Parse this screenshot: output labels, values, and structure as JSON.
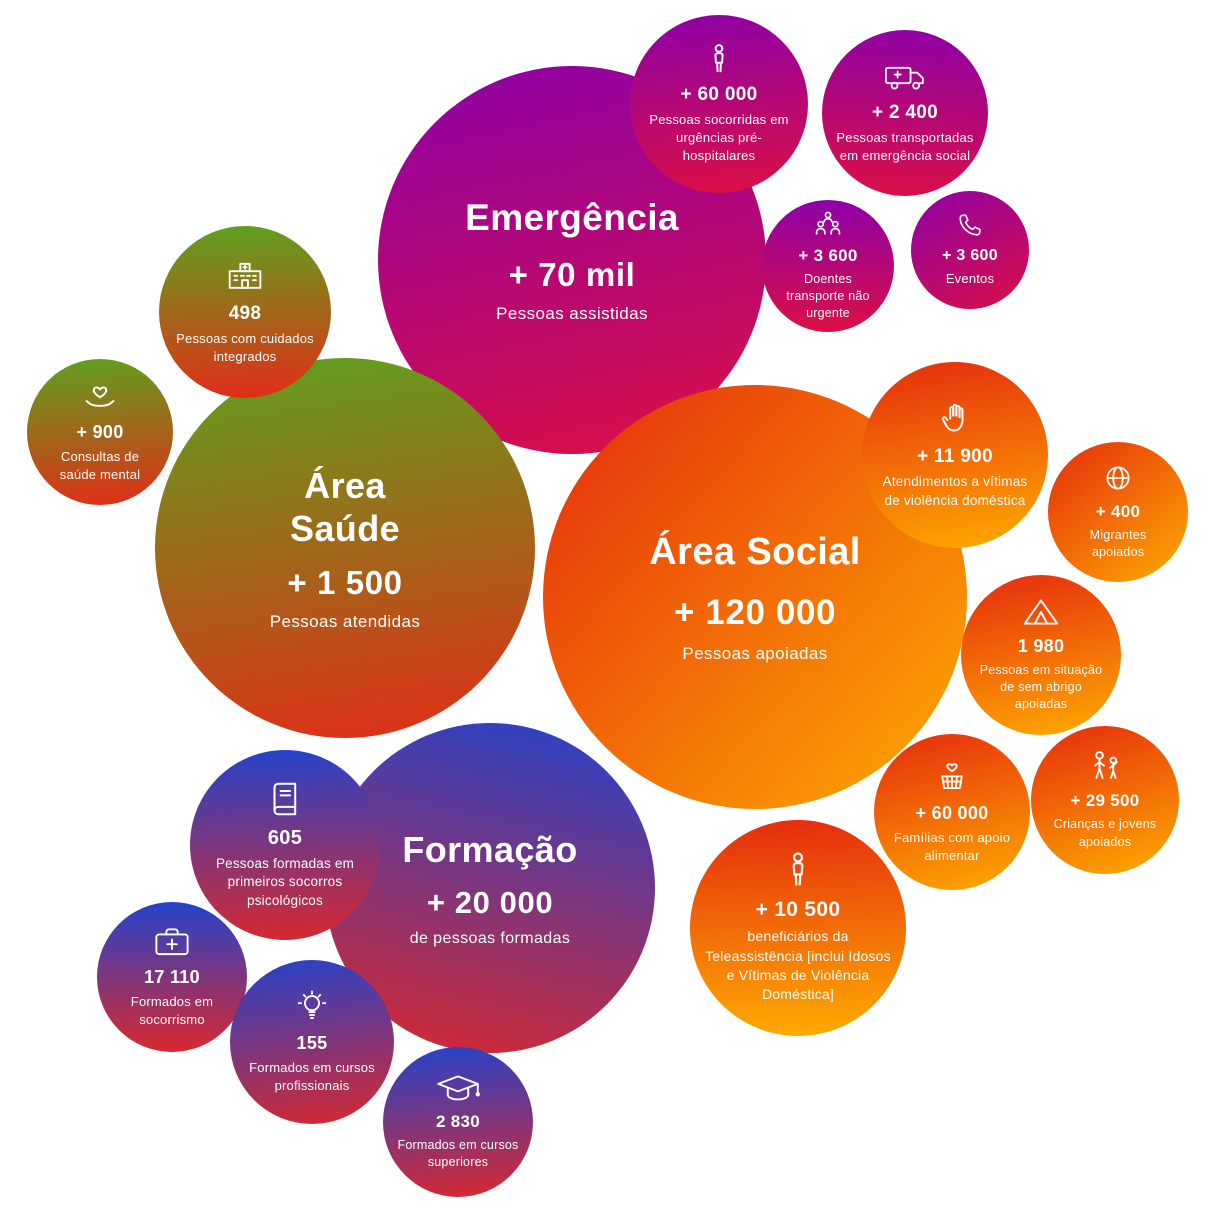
{
  "chart_data": {
    "type": "bubble",
    "title": "",
    "groups": [
      {
        "id": "emergencia",
        "title": "Emergência",
        "value": 70000,
        "value_label": "+ 70 mil",
        "subtitle": "Pessoas assistidas",
        "gradient": [
          "#8d00a8",
          "#dc0f44"
        ],
        "satellites": [
          {
            "icon": "person-icon",
            "value": 60000,
            "value_label": "+ 60 000",
            "label": "Pessoas socorridas em urgências pré-hospitalares"
          },
          {
            "icon": "ambulance-icon",
            "value": 2400,
            "value_label": "+ 2 400",
            "label": "Pessoas transportadas em emergência social"
          },
          {
            "icon": "people-group-icon",
            "value": 3600,
            "value_label": "+ 3 600",
            "label": "Doentes transporte não urgente"
          },
          {
            "icon": "phone-icon",
            "value": 3600,
            "value_label": "+ 3 600",
            "label": "Eventos"
          }
        ]
      },
      {
        "id": "area-saude",
        "title": "Área Saúde",
        "value": 1500,
        "value_label": "+ 1 500",
        "subtitle": "Pessoas atendidas",
        "gradient": [
          "#5da21e",
          "#e42c17"
        ],
        "satellites": [
          {
            "icon": "hospital-icon",
            "value": 498,
            "value_label": "498",
            "label": "Pessoas com cuidados integrados"
          },
          {
            "icon": "hand-heart-icon",
            "value": 900,
            "value_label": "+ 900",
            "label": "Consultas de saúde mental"
          }
        ]
      },
      {
        "id": "area-social",
        "title": "Área Social",
        "value": 120000,
        "value_label": "+ 120 000",
        "subtitle": "Pessoas apoiadas",
        "gradient": [
          "#e52b0d",
          "#ffac00"
        ],
        "satellites": [
          {
            "icon": "raised-hand-icon",
            "value": 11900,
            "value_label": "+ 11 900",
            "label": "Atendimentos a vítimas de violência doméstica"
          },
          {
            "icon": "globe-icon",
            "value": 400,
            "value_label": "+ 400",
            "label": "Migrantes apoiados"
          },
          {
            "icon": "tent-icon",
            "value": 1980,
            "value_label": "1 980",
            "label": "Pessoas em situação de sem abrigo apoiadas"
          },
          {
            "icon": "heart-box-icon",
            "value": 60000,
            "value_label": "+ 60 000",
            "label": "Famílias com apoio alimentar"
          },
          {
            "icon": "children-icon",
            "value": 29500,
            "value_label": "+ 29 500",
            "label": "Crianças e jovens apoiados"
          },
          {
            "icon": "person-icon",
            "value": 10500,
            "value_label": "+ 10 500",
            "label": "beneficiários da Teleassistência [inclui Idosos e Vítimas de Violência Doméstica]"
          }
        ]
      },
      {
        "id": "formacao",
        "title": "Formação",
        "value": 20000,
        "value_label": "+ 20 000",
        "subtitle": "de pessoas formadas",
        "gradient": [
          "#2343cb",
          "#d9282e"
        ],
        "satellites": [
          {
            "icon": "book-icon",
            "value": 605,
            "value_label": "605",
            "label": "Pessoas formadas em primeiros socorros psicológicos"
          },
          {
            "icon": "first-aid-kit-icon",
            "value": 17110,
            "value_label": "17 110",
            "label": "Formados em socorrismo"
          },
          {
            "icon": "lightbulb-icon",
            "value": 155,
            "value_label": "155",
            "label": "Formados em cursos profissionais"
          },
          {
            "icon": "graduation-cap-icon",
            "value": 2830,
            "value_label": "2 830",
            "label": "Formados em cursos superiores"
          }
        ]
      }
    ]
  }
}
